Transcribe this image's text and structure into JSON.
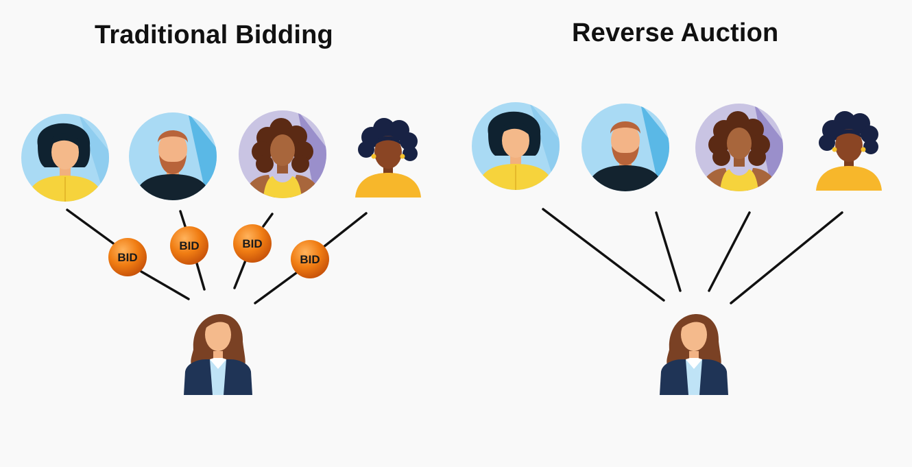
{
  "panels": [
    {
      "title": "Traditional Bidding",
      "bids": [
        "BID",
        "BID",
        "BID",
        "BID"
      ]
    },
    {
      "title": "Reverse Auction"
    }
  ],
  "colors": {
    "bid_orange": "#f07d13",
    "line": "#111111",
    "light_blue": "#a9daf4",
    "yellow_shirt": "#f6d33c",
    "navy_suit": "#1f3456",
    "lavender": "#c9c4e3"
  },
  "icons": [
    "person-woman-short-hair-icon",
    "person-man-beard-icon",
    "person-woman-curly-hair-icon",
    "person-woman-afro-icon",
    "buyer-woman-icon"
  ]
}
